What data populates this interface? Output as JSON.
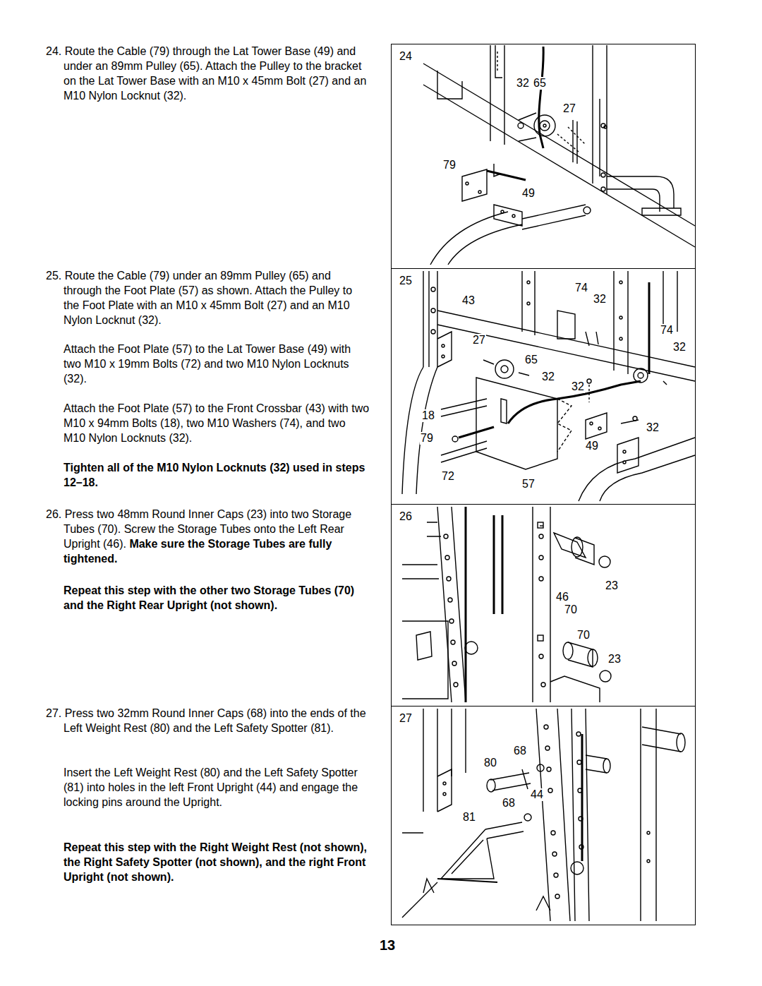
{
  "diagram": {
    "nodes": [
      {
        "text": [
          "24",
          "32",
          "65",
          "27",
          "79",
          "49"
        ]
      },
      {
        "text": [
          "25",
          "43",
          "74",
          "32",
          "74",
          "27",
          "32",
          "65",
          "32",
          "32",
          "18",
          "32",
          "79",
          "49",
          "72",
          "57"
        ]
      },
      {
        "text": [
          "26",
          "70",
          "23",
          "46",
          "70",
          "23"
        ]
      },
      {
        "text": [
          "27",
          "68",
          "80",
          "44",
          "68",
          "81"
        ]
      }
    ],
    "labels": [
      "24. Route the Cable (79) through the Lat Tower Base (49) and under an 89mm Pulley (65). Attach the Pulley to the bracket on the Lat Tower Base with an M10 x 45mm Bolt (27) and an M10 Nylon Locknut (32).",
      "25. Route the Cable (79) under an 89mm Pulley (65) and through the Foot Plate (57) as shown. Attach the Pulley to the Foot Plate with an M10 x 45mm Bolt (27) and an M10 Nylon Locknut (32).",
      "Attach the Foot Plate (57) to the Lat Tower Base (49) with two M10 x 19mm Bolts (72) and two M10 Nylon Locknuts (32).",
      "Attach the Foot Plate (57) to the Front Crossbar (43) with two M10 x 94mm Bolts (18), two M10 Washers (74), and two M10 Nylon Locknuts (32).",
      "Tighten all of the M10 Nylon Locknuts (32) used in steps 12–18.",
      "26. Press two 48mm Round Inner Caps (23) into two Storage Tubes (70). Screw the Storage Tubes onto the Left Rear Upright (46).",
      "Make sure the Storage Tubes are fully tightened.",
      "Repeat this step with the other two Storage Tubes (70) and the Right Rear Upright (not shown).",
      "27. Press two 32mm Round Inner Caps (68) into the ends of the Left Weight Rest (80) and the Left Safety Spotter (81).",
      "Insert the Left Weight Rest (80) and the Left Safety Spotter (81) into holes in the left Front Upright (44) and engage the locking pins around the Upright.",
      "Repeat this step with the Right Weight Rest (not shown), the Right Safety Spotter (not shown), and the right Front Upright (not shown).",
      "13"
    ]
  }
}
